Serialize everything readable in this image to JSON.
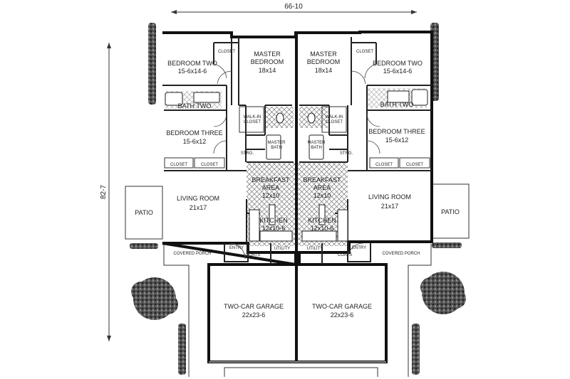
{
  "dimensions": {
    "width": "66-10",
    "depth": "82-7"
  },
  "left_unit": {
    "bedroom_two": {
      "label": "BEDROOM TWO",
      "size": "15-6x14-6"
    },
    "master_bedroom": {
      "label_line1": "MASTER",
      "label_line2": "BEDROOM",
      "size": "18x14"
    },
    "bath_two": "BATH TWO",
    "walk_in_closet_line1": "WALK-IN",
    "walk_in_closet_line2": "CLOSET",
    "master_bath_line1": "MASTER",
    "master_bath_line2": "BATH",
    "storage": "STRG.",
    "bedroom_three": {
      "label": "BEDROOM THREE",
      "size": "15-6x12"
    },
    "closet": "CLOSET",
    "breakfast_area": {
      "label_line1": "BREAKFAST",
      "label_line2": "AREA",
      "size": "12x10"
    },
    "living_room": {
      "label": "LIVING ROOM",
      "size": "21x17"
    },
    "kitchen": {
      "label": "KITCHEN",
      "size": "12x10-6"
    },
    "patio": "PATIO",
    "covered_porch": "COVERED PORCH",
    "entry": "ENTRY",
    "coats": "COATS",
    "utility": "UTILITY",
    "garage": {
      "label": "TWO-CAR GARAGE",
      "size": "22x23-6"
    }
  },
  "right_unit": {
    "bedroom_two": {
      "label": "BEDROOM TWO",
      "size": "15-6x14-6"
    },
    "master_bedroom": {
      "label_line1": "MASTER",
      "label_line2": "BEDROOM",
      "size": "18x14"
    },
    "bath_two": "BATH TWO",
    "walk_in_closet_line1": "WALK-IN",
    "walk_in_closet_line2": "CLOSET",
    "master_bath_line1": "MASTER",
    "master_bath_line2": "BATH",
    "storage": "STRG.",
    "bedroom_three": {
      "label": "BEDROOM THREE",
      "size": "15-6x12"
    },
    "closet": "CLOSET",
    "breakfast_area": {
      "label_line1": "BREAKFAST",
      "label_line2": "AREA",
      "size": "12x10"
    },
    "living_room": {
      "label": "LIVING ROOM",
      "size": "21x17"
    },
    "kitchen": {
      "label": "KITCHEN",
      "size": "12x10-6"
    },
    "patio": "PATIO",
    "covered_porch": "COVERED PORCH",
    "entry": "ENTRY",
    "coats": "COATS",
    "utility": "UTILITY",
    "garage": {
      "label": "TWO-CAR GARAGE",
      "size": "22x23-6"
    }
  }
}
